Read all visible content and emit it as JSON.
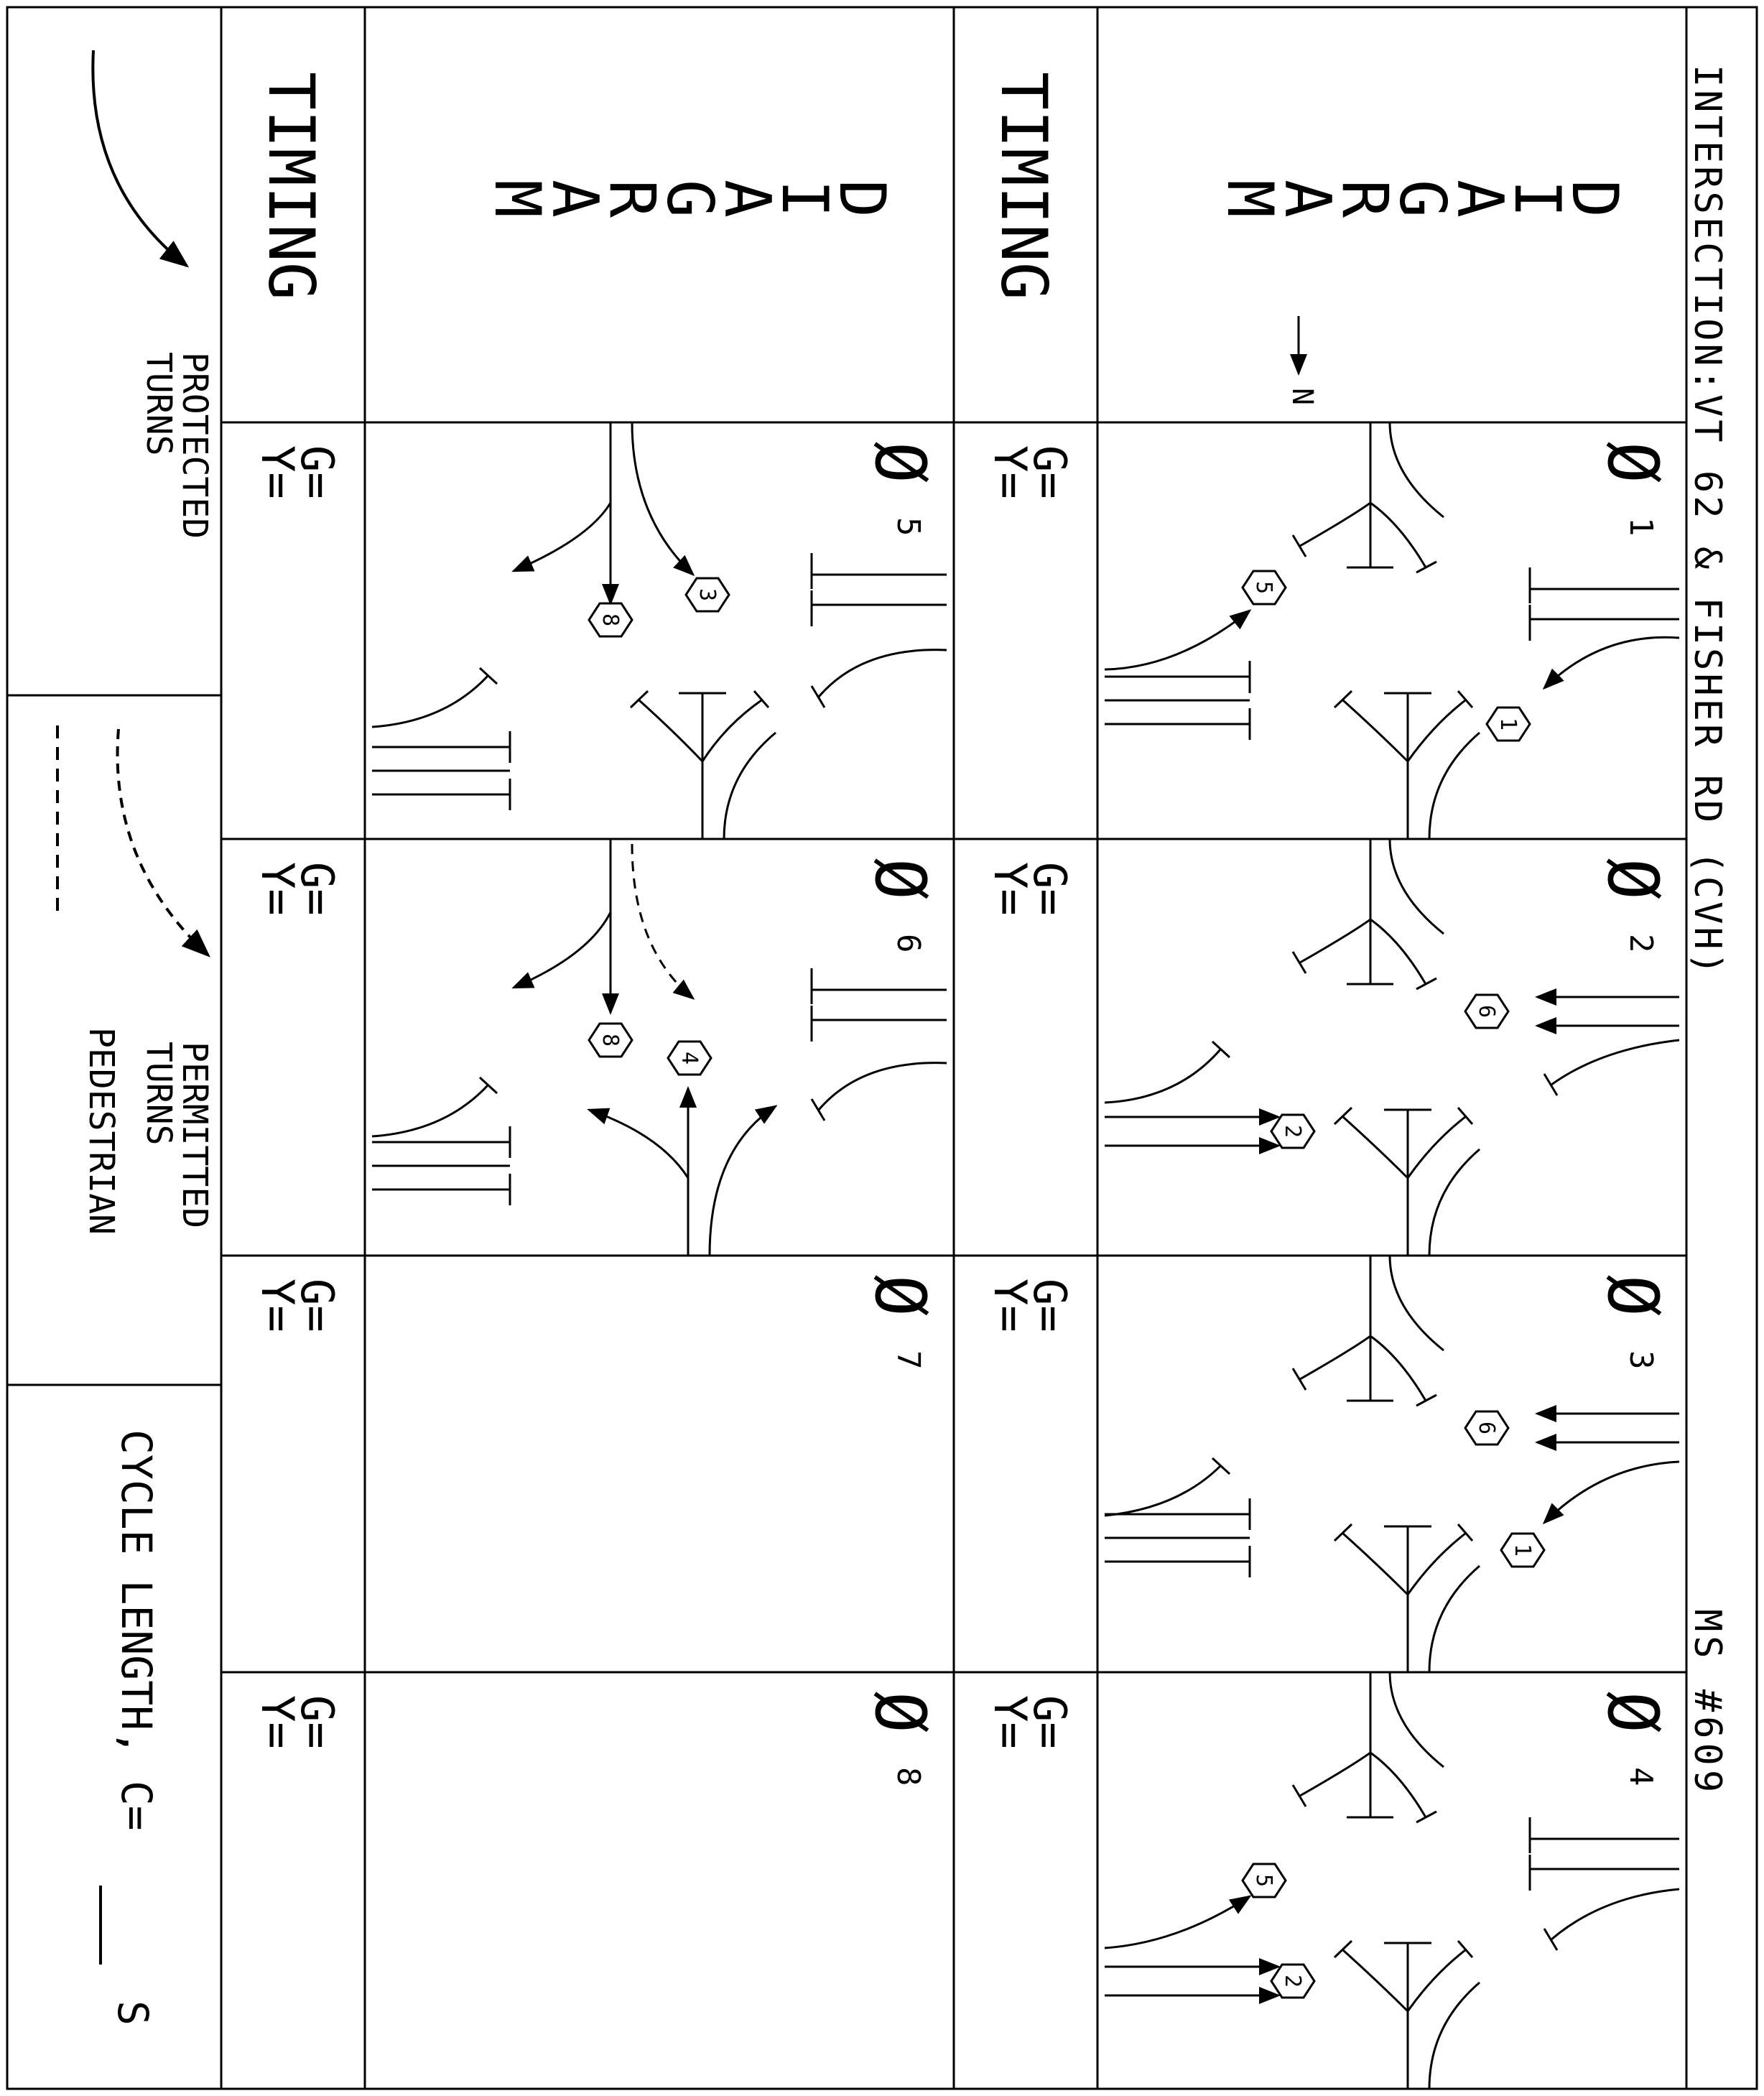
{
  "title": {
    "intersection": "INTERSECTION:VT 62 & FISHER RD (CVH)",
    "ms_number": "MS #609"
  },
  "labels": {
    "diagram_word": [
      "D",
      "I",
      "A",
      "G",
      "R",
      "A",
      "M"
    ],
    "timing": "TIMING",
    "north": "N",
    "green": "G=",
    "yellow": "Y=",
    "phase_symbol": "Ø"
  },
  "phases": [
    {
      "id": "1",
      "movements": [
        "1",
        "5"
      ]
    },
    {
      "id": "2",
      "movements": [
        "6",
        "6",
        "2",
        "2"
      ]
    },
    {
      "id": "3",
      "movements": [
        "6",
        "6",
        "1"
      ]
    },
    {
      "id": "4",
      "movements": [
        "5",
        "2",
        "2"
      ]
    },
    {
      "id": "5",
      "movements": [
        "3",
        "8"
      ]
    },
    {
      "id": "6",
      "movements": [
        "8",
        "4"
      ]
    },
    {
      "id": "7",
      "movements": []
    },
    {
      "id": "8",
      "movements": []
    }
  ],
  "legend": {
    "protected": "PROTECTED TURNS",
    "protected_l1": "PROTECTED",
    "protected_l2": "TURNS",
    "permitted_l1": "PERMITTED",
    "permitted_l2": "TURNS",
    "pedestrian": "PEDESTRIAN",
    "cycle_length": "CYCLE LENGTH, C=",
    "cycle_unit": "S"
  }
}
